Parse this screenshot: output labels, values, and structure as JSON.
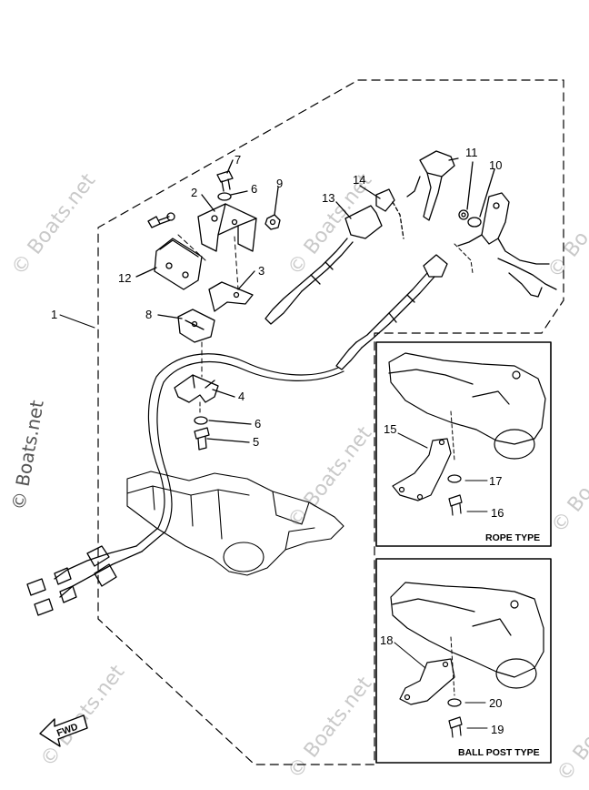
{
  "diagram": {
    "callouts": {
      "c1": "1",
      "c2": "2",
      "c3": "3",
      "c4": "4",
      "c5": "5",
      "c6a": "6",
      "c6b": "6",
      "c7": "7",
      "c8": "8",
      "c9": "9",
      "c10": "10",
      "c11": "11",
      "c12": "12",
      "c13": "13",
      "c14": "14",
      "c15": "15",
      "c16": "16",
      "c17": "17",
      "c18": "18",
      "c19": "19",
      "c20": "20"
    },
    "inset_rope": {
      "label": "ROPE TYPE"
    },
    "inset_ball": {
      "label": "BALL POST TYPE"
    },
    "fwd_label": "FWD",
    "watermark": "© Boats.net"
  }
}
